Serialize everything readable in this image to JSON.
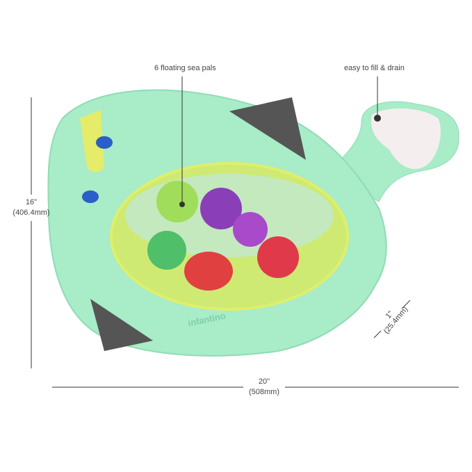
{
  "callouts": {
    "sea_pals": "6 floating sea pals",
    "fill_drain": "easy to fill & drain"
  },
  "dimensions": {
    "height_in": "16\"",
    "height_mm": "(406.4mm)",
    "width_in": "20\"",
    "width_mm": "(508mm)",
    "depth_in": "1\"",
    "depth_mm": "(25.4mm)"
  },
  "product": {
    "brand": "infantino"
  },
  "colors": {
    "mat_green": "#a8ecc8",
    "pond_yellow": "#d4ea6a",
    "line": "#333333"
  }
}
